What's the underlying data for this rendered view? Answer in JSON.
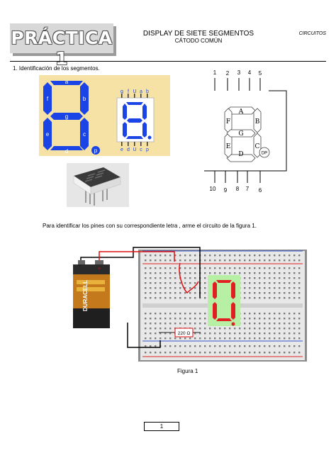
{
  "header": {
    "badge": "PRÁCTICA 1",
    "title": "DISPLAY DE SIETE SEGMENTOS",
    "subtitle": "CÁTODO COMÚN",
    "category": "CIRCUITOS"
  },
  "section1": {
    "heading": "1. Identificación de los segmentos."
  },
  "segment_labels": {
    "a": "a",
    "b": "b",
    "c": "c",
    "d": "d",
    "e": "e",
    "f": "f",
    "g": "g",
    "p": "p"
  },
  "pin_header_top": [
    "g",
    "f",
    "U",
    "a",
    "b"
  ],
  "pin_header_bottom": [
    "e",
    "d",
    "U",
    "c",
    "p"
  ],
  "pinout": {
    "top_pins": [
      "1",
      "2",
      "3",
      "4",
      "5"
    ],
    "bottom_pins": [
      "10",
      "9",
      "8",
      "7",
      "6"
    ],
    "segments": [
      "A",
      "B",
      "C",
      "D",
      "E",
      "F",
      "G"
    ],
    "dp": "DP"
  },
  "instruction": "Para identificar los pines con su correspondiente letra , arme el circuito de la figura 1.",
  "battery": {
    "minus": "-",
    "plus": "+",
    "brand": "DURACELL"
  },
  "resistor_label": "220 Ω",
  "figure_caption": "Figura 1",
  "page_number": "1",
  "colors": {
    "segment_blue": "#1a44e6",
    "panel_yellow": "#f5e2a4",
    "display_green": "#b7f0a4",
    "segment_red": "#e02020",
    "wire_red": "#dd1111"
  }
}
